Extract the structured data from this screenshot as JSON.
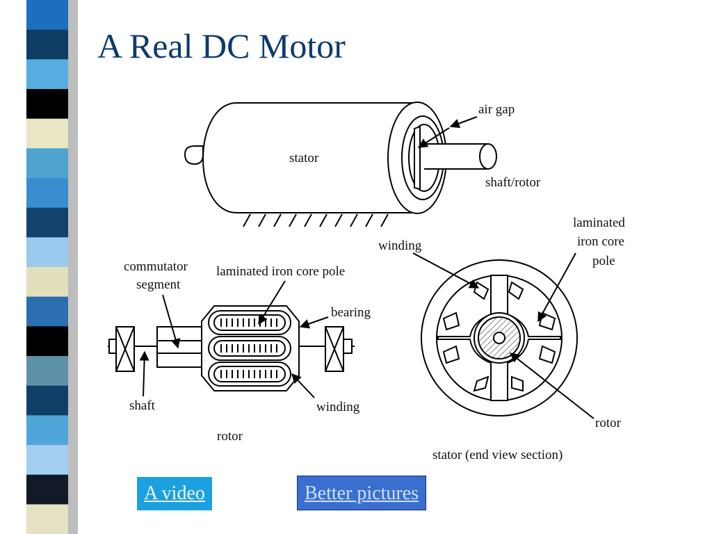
{
  "slide": {
    "title": "A Real DC Motor"
  },
  "colors": {
    "title": "#0b3a6e",
    "strip_blocks": [
      "#1c6fbf",
      "#0e3c63",
      "#56aee0",
      "#000000",
      "#e8e6c4",
      "#4ea3cf",
      "#3a8ed0",
      "#12436d",
      "#99c9ec",
      "#e2e0bc",
      "#2b6fb0",
      "#000000",
      "#5d90a9",
      "#0f3f66",
      "#4fa6d9",
      "#a5cff0",
      "#111a26",
      "#e4e2c2"
    ],
    "video_button_bg": "#1ba1df",
    "video_button_text": "#f2f7fb",
    "pictures_button_bg": "#3a6fcf",
    "pictures_button_border": "#0e2f6b",
    "pictures_button_text": "#cfe2ff"
  },
  "diagram": {
    "labels": {
      "air_gap": "air gap",
      "stator": "stator",
      "shaft_rotor": "shaft/rotor",
      "laminated_iron_core_line1": "laminated",
      "laminated_iron_core_line2": "iron core",
      "laminated_iron_core_line3": "pole",
      "winding_top": "winding",
      "commutator_line1": "commutator",
      "commutator_line2": "segment",
      "laminated_iron_core_pole": "laminated iron core pole",
      "bearing": "bearing",
      "shaft": "shaft",
      "winding_bottom": "winding",
      "rotor_left": "rotor",
      "rotor_right": "rotor",
      "stator_end_view": "stator (end view section)"
    }
  },
  "buttons": {
    "video": "A video",
    "pictures": "Better pictures"
  }
}
